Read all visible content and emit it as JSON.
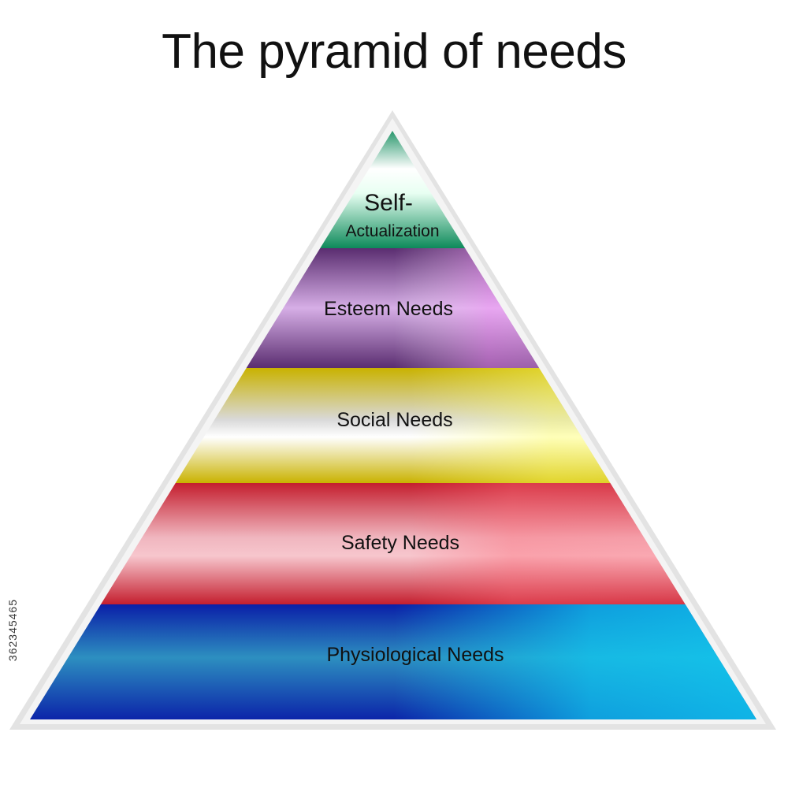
{
  "title": "The pyramid of needs",
  "levels": [
    {
      "label_line1": "Self-",
      "label_line2": "Actualization",
      "color_dark": "#0d8a5a",
      "color_light": "#ffffff"
    },
    {
      "label": "Esteem Needs",
      "color_dark": "#6a3d7e",
      "color_light": "#f2c9f7"
    },
    {
      "label": "Social Needs",
      "color_dark": "#c9b200",
      "color_light": "#fffbd0"
    },
    {
      "label": "Safety Needs",
      "color_dark": "#c41e2e",
      "color_light": "#ffd0d8"
    },
    {
      "label": "Physiological Needs",
      "color_dark": "#0a1fa8",
      "color_light": "#10c8ef"
    }
  ],
  "stock_id": "362345465",
  "colors": {
    "border": "#e3e3e3",
    "text": "#111111"
  }
}
